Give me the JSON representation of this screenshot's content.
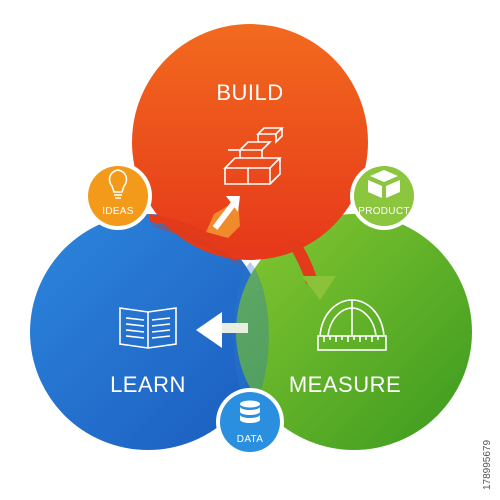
{
  "diagram": {
    "build": {
      "label": "BUILD",
      "color_top": "#f0621f",
      "color_bottom": "#e8391a"
    },
    "measure": {
      "label": "MEASURE",
      "color_light": "#7cc630",
      "color_dark": "#3e9a20"
    },
    "learn": {
      "label": "LEARN",
      "color_light": "#2b7fd8",
      "color_dark": "#1a5fc0"
    },
    "ideas": {
      "label": "IDEAS",
      "color": "#f39a1a",
      "icon": "lightbulb-icon"
    },
    "product": {
      "label": "PRODUCT",
      "color": "#8cc63f",
      "icon": "package-icon"
    },
    "data": {
      "label": "DATA",
      "color": "#2b8fe0",
      "icon": "database-icon"
    }
  },
  "watermark": "178995679"
}
